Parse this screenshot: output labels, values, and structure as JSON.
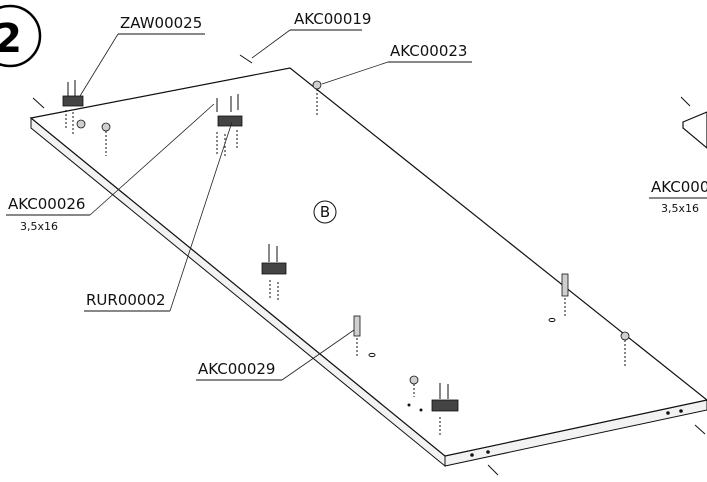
{
  "step": {
    "number": "2"
  },
  "board": {
    "label": "B"
  },
  "parts": {
    "zaw00025": "ZAW00025",
    "akc00019": "AKC00019",
    "akc00023": "AKC00023",
    "akc00026": "AKC00026",
    "akc00026_size": "3,5x16",
    "rur00002": "RUR00002",
    "akc00029": "AKC00029",
    "right_clipped": "AKC000",
    "right_clipped_size": "3,5x16"
  }
}
